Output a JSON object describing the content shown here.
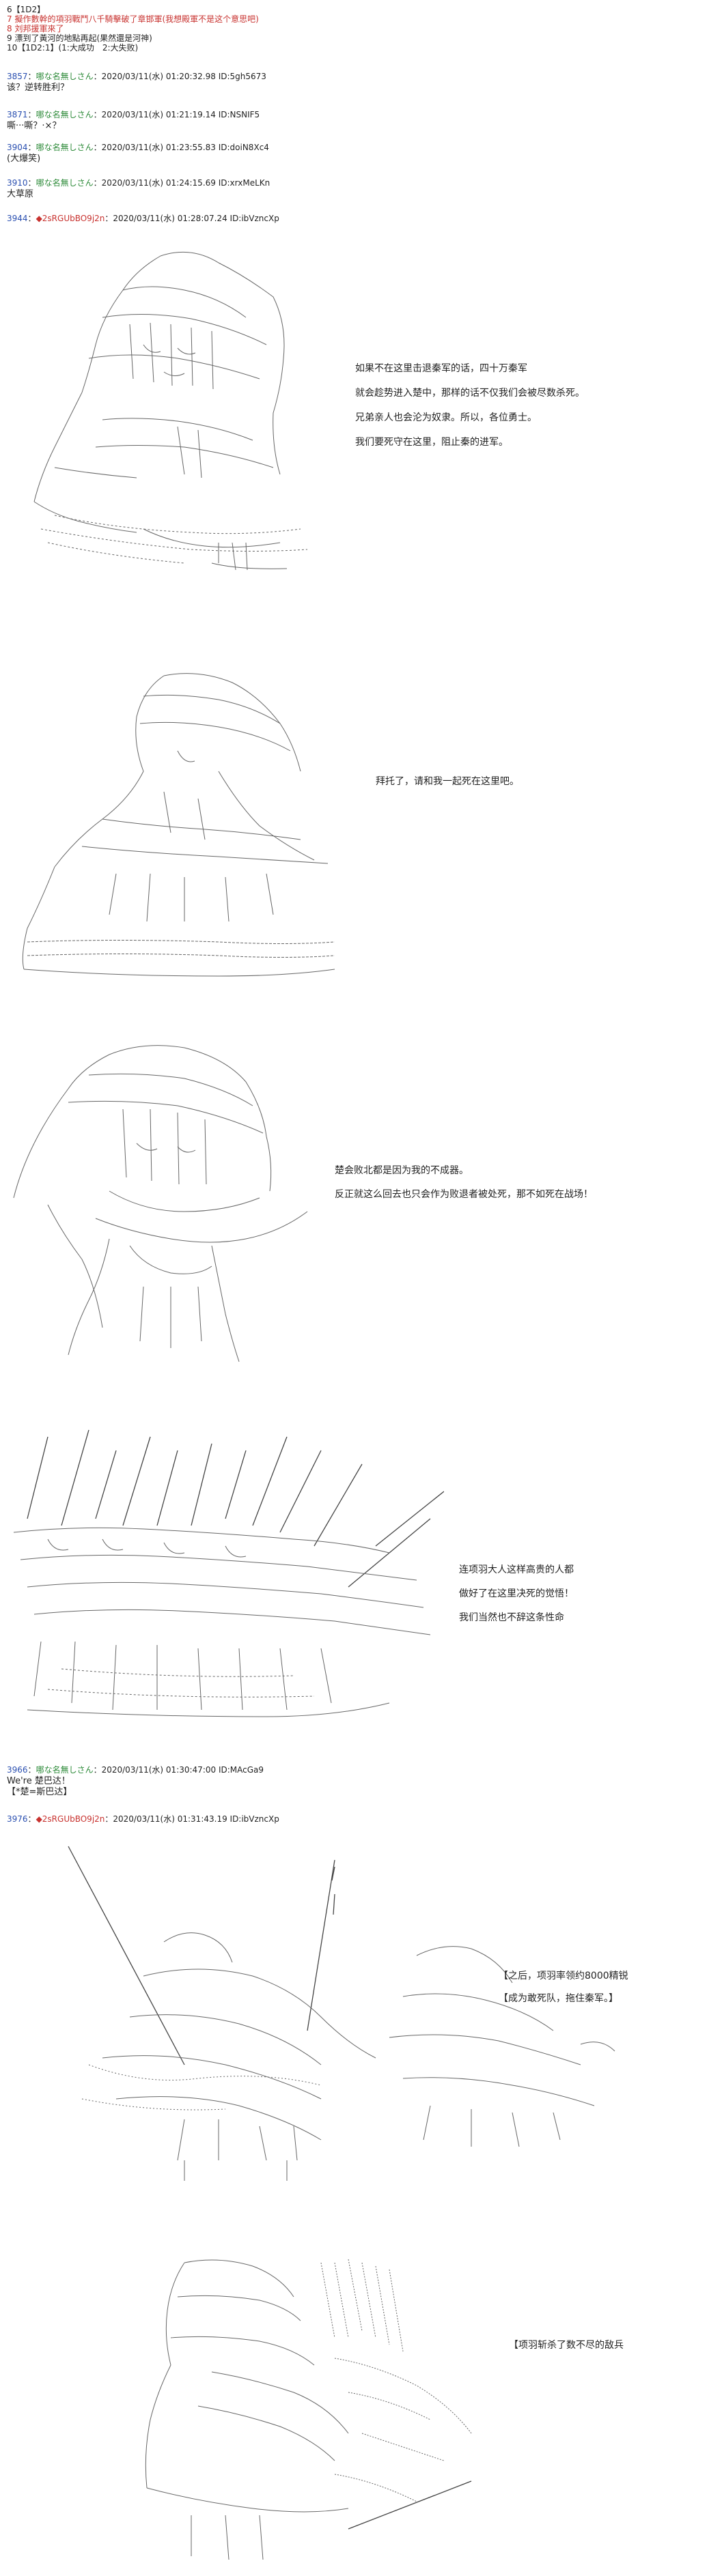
{
  "options": {
    "l6": "6【1D2】",
    "l7": "7 擬作數幹的項羽戰鬥八千騎擊破了章邯軍(我想殿軍不是这个意思吧)",
    "l8": "8 刘邦援軍來了",
    "l9": "9 漂到了黃河的地點再起(果然還是河神)",
    "l10": "10【1D2:1】(1:大成功　2:大失败)"
  },
  "posts": [
    {
      "num": "3857",
      "sep": "：",
      "name": "哪な名無しさん",
      "date": "：2020/03/11(水) 01:20:32.98 ID:5gh5673",
      "body": [
        "该？逆转胜利？"
      ]
    },
    {
      "num": "3871",
      "sep": "：",
      "name": "哪な名無しさん",
      "date": "：2020/03/11(水) 01:21:19.14 ID:NSNIF5",
      "body": [
        "嘶···嘶？·×？"
      ]
    },
    {
      "num": "3904",
      "sep": "：",
      "name": "哪な名無しさん",
      "date": "：2020/03/11(水) 01:23:55.83 ID:doiN8Xc4",
      "body": [
        "(大爆笑)"
      ]
    },
    {
      "num": "3910",
      "sep": "：",
      "name": "哪な名無しさん",
      "date": "：2020/03/11(水) 01:24:15.69 ID:xrxMeLKn",
      "body": [
        "大草原"
      ]
    },
    {
      "num": "3944",
      "sep": "：",
      "name": "◆2sRGUbBO9j2n",
      "date": "：2020/03/11(水) 01:28:07.24 ID:ibVzncXp",
      "body": []
    },
    {
      "num": "3966",
      "sep": "：",
      "name": "哪な名無しさん",
      "date": "：2020/03/11(水) 01:30:47:00 ID:MAcGa9",
      "body": [
        "We're 楚巴达！",
        "【*楚=斯巴达】"
      ]
    },
    {
      "num": "3976",
      "sep": "：",
      "name": "◆2sRGUbBO9j2n",
      "date": "：2020/03/11(水) 01:31:43.19 ID:ibVzncXp",
      "body": []
    }
  ],
  "narration": {
    "s1": [
      "如果不在这里击退秦军的话，四十万秦军",
      "就会趁势进入楚中，那样的话不仅我们会被尽数杀死。",
      "兄弟亲人也会沦为奴隶。所以，各位勇士。",
      "我们要死守在这里，阻止秦的进军。"
    ],
    "s2": [
      "拜托了，请和我一起死在这里吧。"
    ],
    "s3": [
      "楚会败北都是因为我的不成器。",
      "反正就这么回去也只会作为败退者被处死，那不如死在战场！"
    ],
    "s4": [
      "连项羽大人这样高贵的人都",
      "做好了在这里决死的觉悟！",
      "我们当然也不辞这条性命"
    ],
    "s5": [
      "【之后，项羽率领约8000精锐",
      "【成为敢死队，拖住秦军。】"
    ],
    "s6": [
      "【项羽斩杀了数不尽的敌兵"
    ]
  },
  "colors": {
    "option_red": "#c8322f",
    "poster_name": "#2e8b3a",
    "trip": "#c8322f",
    "number": "#2a4fb0"
  }
}
